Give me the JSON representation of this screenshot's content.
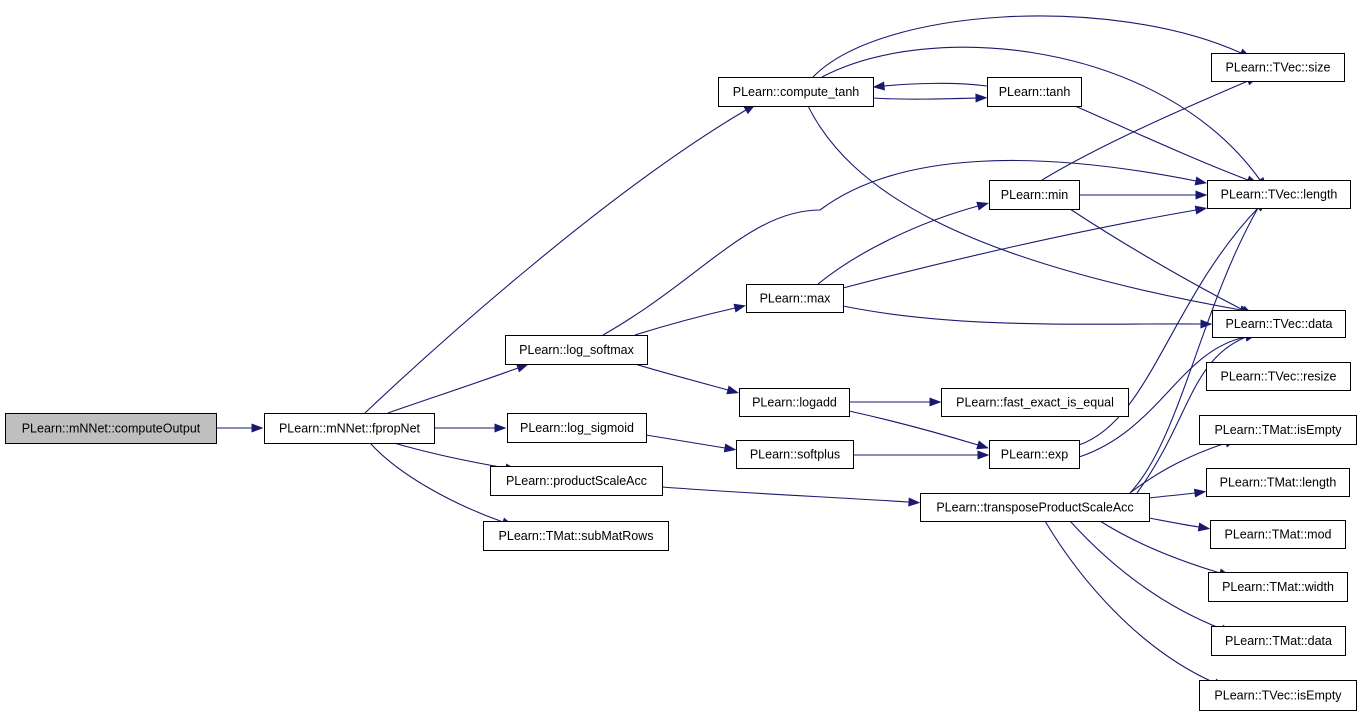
{
  "graph": {
    "edge_color": "#191970",
    "root_fill": "#bfbfbf",
    "nodes": [
      {
        "id": "computeOutput",
        "label": "PLearn::mNNet::computeOutput",
        "root": true
      },
      {
        "id": "fpropNet",
        "label": "PLearn::mNNet::fpropNet"
      },
      {
        "id": "compute_tanh",
        "label": "PLearn::compute_tanh"
      },
      {
        "id": "log_softmax",
        "label": "PLearn::log_softmax"
      },
      {
        "id": "log_sigmoid",
        "label": "PLearn::log_sigmoid"
      },
      {
        "id": "productScaleAcc",
        "label": "PLearn::productScaleAcc"
      },
      {
        "id": "subMatRows",
        "label": "PLearn::TMat::subMatRows"
      },
      {
        "id": "tanh",
        "label": "PLearn::tanh"
      },
      {
        "id": "min",
        "label": "PLearn::min"
      },
      {
        "id": "max",
        "label": "PLearn::max"
      },
      {
        "id": "logadd",
        "label": "PLearn::logadd"
      },
      {
        "id": "softplus",
        "label": "PLearn::softplus"
      },
      {
        "id": "fast_exact_is_equal",
        "label": "PLearn::fast_exact_is_equal"
      },
      {
        "id": "exp",
        "label": "PLearn::exp"
      },
      {
        "id": "transposeProductScaleAcc",
        "label": "PLearn::transposeProductScaleAcc"
      },
      {
        "id": "tvec_size",
        "label": "PLearn::TVec::size"
      },
      {
        "id": "tvec_length",
        "label": "PLearn::TVec::length"
      },
      {
        "id": "tvec_data",
        "label": "PLearn::TVec::data"
      },
      {
        "id": "tvec_resize",
        "label": "PLearn::TVec::resize"
      },
      {
        "id": "tmat_isEmpty",
        "label": "PLearn::TMat::isEmpty"
      },
      {
        "id": "tmat_length",
        "label": "PLearn::TMat::length"
      },
      {
        "id": "tmat_mod",
        "label": "PLearn::TMat::mod"
      },
      {
        "id": "tmat_width",
        "label": "PLearn::TMat::width"
      },
      {
        "id": "tmat_data",
        "label": "PLearn::TMat::data"
      },
      {
        "id": "tvec_isEmpty",
        "label": "PLearn::TVec::isEmpty"
      }
    ],
    "edges": [
      [
        "computeOutput",
        "fpropNet"
      ],
      [
        "fpropNet",
        "compute_tanh"
      ],
      [
        "fpropNet",
        "log_softmax"
      ],
      [
        "fpropNet",
        "log_sigmoid"
      ],
      [
        "fpropNet",
        "productScaleAcc"
      ],
      [
        "fpropNet",
        "subMatRows"
      ],
      [
        "compute_tanh",
        "tvec_size"
      ],
      [
        "compute_tanh",
        "tanh"
      ],
      [
        "compute_tanh",
        "tvec_length"
      ],
      [
        "compute_tanh",
        "tvec_data"
      ],
      [
        "tanh",
        "compute_tanh"
      ],
      [
        "tanh",
        "tvec_length"
      ],
      [
        "log_softmax",
        "tvec_length"
      ],
      [
        "log_softmax",
        "max"
      ],
      [
        "log_softmax",
        "logadd"
      ],
      [
        "max",
        "min"
      ],
      [
        "max",
        "tvec_length"
      ],
      [
        "max",
        "tvec_data"
      ],
      [
        "min",
        "tvec_size"
      ],
      [
        "min",
        "tvec_length"
      ],
      [
        "min",
        "tvec_data"
      ],
      [
        "logadd",
        "fast_exact_is_equal"
      ],
      [
        "logadd",
        "exp"
      ],
      [
        "log_sigmoid",
        "softplus"
      ],
      [
        "softplus",
        "exp"
      ],
      [
        "exp",
        "tvec_length"
      ],
      [
        "exp",
        "tvec_data"
      ],
      [
        "productScaleAcc",
        "transposeProductScaleAcc"
      ],
      [
        "transposeProductScaleAcc",
        "tvec_length"
      ],
      [
        "transposeProductScaleAcc",
        "tvec_data"
      ],
      [
        "transposeProductScaleAcc",
        "tmat_isEmpty"
      ],
      [
        "transposeProductScaleAcc",
        "tmat_length"
      ],
      [
        "transposeProductScaleAcc",
        "tmat_mod"
      ],
      [
        "transposeProductScaleAcc",
        "tmat_width"
      ],
      [
        "transposeProductScaleAcc",
        "tmat_data"
      ],
      [
        "transposeProductScaleAcc",
        "tvec_isEmpty"
      ]
    ]
  }
}
